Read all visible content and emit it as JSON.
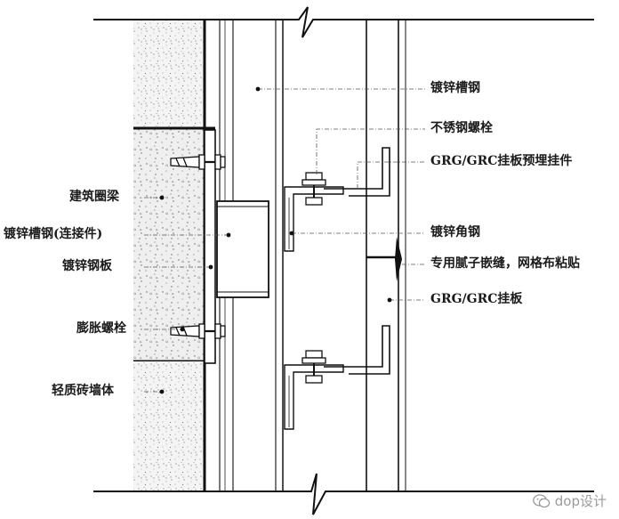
{
  "labels": {
    "galv_channel_steel": "镀锌槽钢",
    "stainless_bolt": "不锈钢螺栓",
    "embedded_hanger": "GRG/GRC挂板预埋挂件",
    "building_ring_beam": "建筑圈梁",
    "galv_channel_connector": "镀锌槽钢(连接件)",
    "galv_angle_steel": "镀锌角钢",
    "galv_steel_plate": "镀锌钢板",
    "putty_joint": "专用腻子嵌缝，网格布粘贴",
    "grg_grc_panel": "GRG/GRC挂板",
    "expansion_bolt": "膨胀螺栓",
    "light_brick_wall": "轻质砖墙体"
  },
  "watermark": {
    "text": "dop设计",
    "icon": "wechat-icon"
  }
}
